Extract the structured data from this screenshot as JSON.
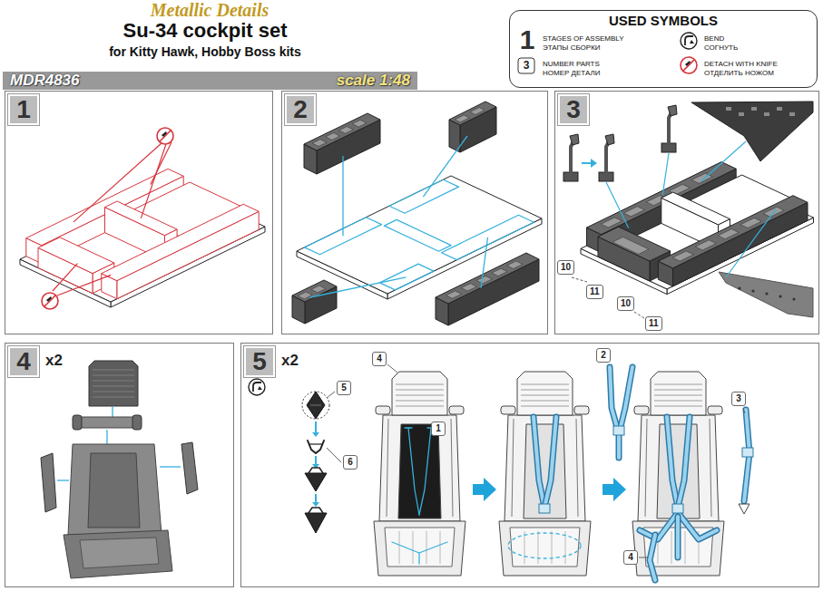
{
  "diagram": {
    "title": "Su-34 cockpit set",
    "nodes": [
      {
        "text": [
          "MDR4836",
          "scale 1:48"
        ]
      },
      {
        "text": [
          "USED SYMBOLS"
        ]
      },
      {
        "text": [
          "1"
        ]
      },
      {
        "text": [
          "2"
        ]
      },
      {
        "text": [
          "3"
        ]
      },
      {
        "text": [
          "10"
        ],
        "in": 4
      },
      {
        "text": [
          "11"
        ],
        "in": 4
      },
      {
        "text": [
          "10"
        ],
        "in": 4
      },
      {
        "text": [
          "11"
        ],
        "in": 4
      },
      {
        "text": [
          "4",
          "x2"
        ]
      },
      {
        "text": [
          "5",
          "x2"
        ]
      },
      {
        "text": [
          "4"
        ],
        "in": 10
      },
      {
        "text": [
          "5"
        ],
        "in": 10
      },
      {
        "text": [
          "1"
        ],
        "in": 10
      },
      {
        "text": [
          "6"
        ],
        "in": 10
      },
      {
        "text": [
          "2"
        ],
        "in": 10
      },
      {
        "text": [
          "3"
        ],
        "in": 10
      },
      {
        "text": [
          "4"
        ],
        "in": 10
      }
    ],
    "labels": [
      "Metallic Details",
      "for Kitty Hawk, Hobby Boss kits",
      "1",
      "3"
    ],
    "legend": [
      {
        "text": "STAGES OF ASSEMBLY"
      },
      {
        "text": "ЭТАПЫ СБОРКИ"
      },
      {
        "text": "NUMBER PARTS"
      },
      {
        "text": "НОМЕР ДЕТАЛИ"
      },
      {
        "text": "BEND"
      },
      {
        "text": "СОГНУТЬ"
      },
      {
        "text": "DETACH WITH KNIFE"
      },
      {
        "text": "ОТДЕЛИТЬ НОЖОМ"
      }
    ]
  }
}
